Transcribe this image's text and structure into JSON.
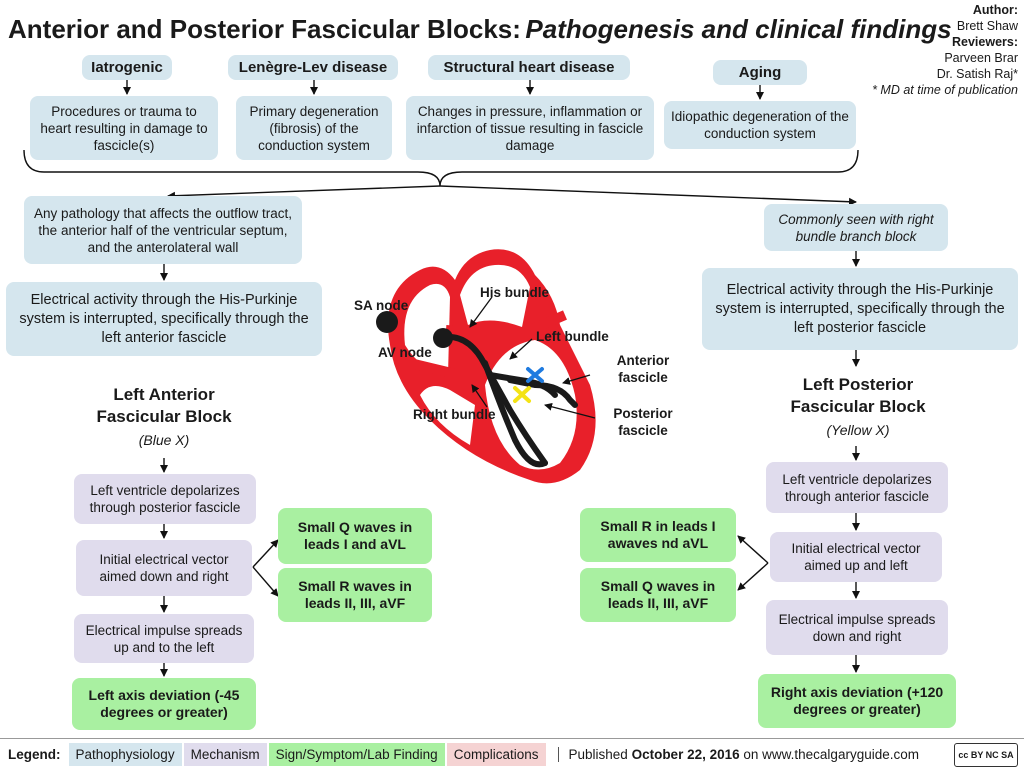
{
  "title": {
    "main": "Anterior and Posterior Fascicular Blocks:",
    "sub": "Pathogenesis and clinical findings"
  },
  "credits": {
    "author_label": "Author:",
    "author": "Brett Shaw",
    "reviewers_label": "Reviewers:",
    "reviewer1": "Parveen Brar",
    "reviewer2": "Dr. Satish Raj*",
    "note": "* MD at time of publication"
  },
  "causes": [
    {
      "title": "Iatrogenic",
      "desc": "Procedures or trauma to heart resulting in damage to fascicle(s)"
    },
    {
      "title": "Lenègre-Lev disease",
      "desc": "Primary degeneration (fibrosis) of the conduction system"
    },
    {
      "title": "Structural heart disease",
      "desc": "Changes in pressure, inflammation or infarction of tissue resulting in fascicle damage"
    },
    {
      "title": "Aging",
      "desc": "Idiopathic degeneration of the conduction system"
    }
  ],
  "left": {
    "pathology": "Any pathology that affects the outflow tract, the anterior half of the ventricular septum, and the anterolateral wall",
    "interrupt": "Electrical activity through the His-Purkinje system is interrupted, specifically through the left anterior fascicle",
    "block_title": "Left Anterior Fascicular Block",
    "block_sub": "(Blue X)",
    "mech1": "Left ventricle depolarizes through posterior fascicle",
    "mech2": "Initial electrical vector aimed down and right",
    "mech3": "Electrical impulse spreads up and to the left",
    "finding": "Left axis deviation (-45 degrees or greater)",
    "q_waves": "Small Q waves in leads I and aVL",
    "r_waves": "Small R waves in leads II, III, aVF"
  },
  "right": {
    "commonly": "Commonly seen with right bundle branch block",
    "interrupt": "Electrical activity through the His-Purkinje system is interrupted, specifically through the left posterior fascicle",
    "block_title": "Left Posterior Fascicular Block",
    "block_sub": "(Yellow X)",
    "mech1": "Left ventricle depolarizes through anterior fascicle",
    "mech2": "Initial electrical vector aimed up and left",
    "mech3": "Electrical impulse spreads down and right",
    "finding": "Right axis deviation (+120 degrees or greater)",
    "r_waves": "Small R in leads I awaves nd aVL",
    "q_waves": "Small Q waves in leads II, III, aVF"
  },
  "heart_labels": {
    "sa_node": "SA node",
    "av_node": "AV node",
    "his_bundle": "His bundle",
    "left_bundle": "Left bundle",
    "right_bundle": "Right bundle",
    "anterior": "Anterior fascicle",
    "posterior": "Posterior fascicle"
  },
  "legend": {
    "label": "Legend:",
    "items": [
      {
        "text": "Pathophysiology",
        "color": "#d5e6ee"
      },
      {
        "text": "Mechanism",
        "color": "#e0dced"
      },
      {
        "text": "Sign/Symptom/Lab Finding",
        "color": "#a9f0a1"
      },
      {
        "text": "Complications",
        "color": "#f5d3d3"
      }
    ],
    "published_prefix": "Published",
    "published_date": "October 22, 2016",
    "published_suffix": "on www.thecalgaryguide.com",
    "license": "cc BY NC SA"
  },
  "colors": {
    "heart_red": "#e8202a",
    "blue_x": "#1f7be0",
    "yellow_x": "#f4e316"
  }
}
